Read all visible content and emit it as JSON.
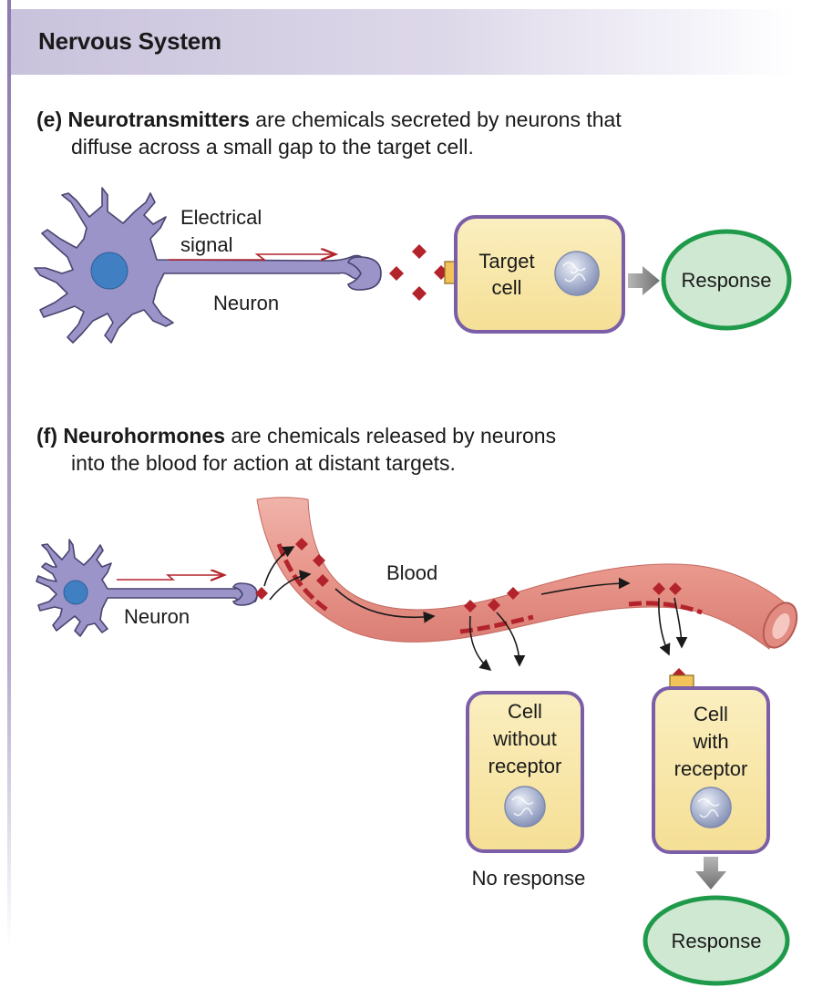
{
  "header": {
    "title": "Nervous System"
  },
  "panel_e": {
    "tag": "(e)",
    "term": "Neurotransmitters",
    "line1_rest": " are chemicals secreted by neurons that",
    "line2": "diffuse across a small gap to the target cell.",
    "electrical_signal_line1": "Electrical",
    "electrical_signal_line2": "signal",
    "neuron_label": "Neuron",
    "target_cell_line1": "Target",
    "target_cell_line2": "cell",
    "response_label": "Response"
  },
  "panel_f": {
    "tag": "(f)",
    "term": "Neurohormones",
    "line1_rest": " are chemicals released by neurons",
    "line2": "into the blood for action at distant targets.",
    "neuron_label": "Neuron",
    "blood_label": "Blood",
    "cell_without_line1": "Cell",
    "cell_without_line2": "without",
    "cell_without_line3": "receptor",
    "cell_with_line1": "Cell",
    "cell_with_line2": "with",
    "cell_with_line3": "receptor",
    "no_response_label": "No response",
    "response_label": "Response"
  },
  "colors": {
    "neuron_fill": "#9a94c9",
    "neuron_nucleus": "#3f7fc2",
    "cell_fill": "#f8e8a8",
    "cell_border": "#7b5ea8",
    "response_fill": "#cfe8d2",
    "response_border": "#1f9a4a",
    "chemical": "#b3232b",
    "receptor": "#f2c35a",
    "blood_vessel": "#e99b90"
  }
}
